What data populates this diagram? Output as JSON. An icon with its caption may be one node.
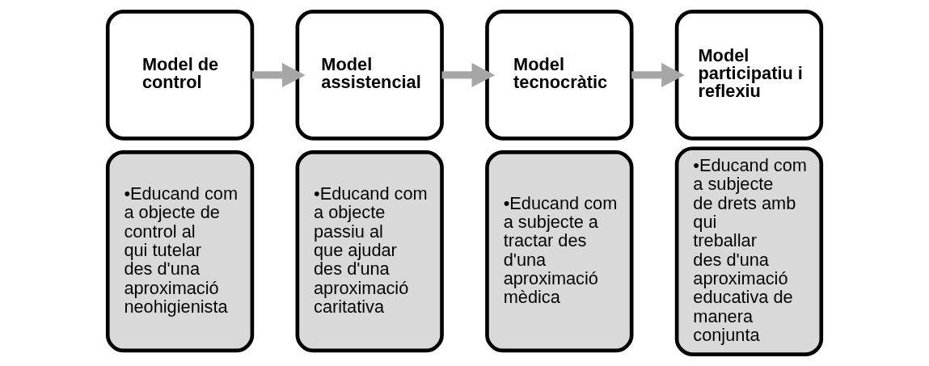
{
  "diagram": {
    "nodes": [
      {
        "text": [
          "Model de control"
        ]
      },
      {
        "text": [
          "•Educand com a objecte de control al qui tutelar des d'una aproximació neohigienista"
        ]
      },
      {
        "text": [
          "Model assistencial"
        ]
      },
      {
        "text": [
          "•Educand com a objecte passiu al que ajudar des d'una aproximació caritativa"
        ]
      },
      {
        "text": [
          "Model tecnocràtic"
        ]
      },
      {
        "text": [
          "•Educand com a subjecte a tractar des d'una aproximació mèdica"
        ]
      },
      {
        "text": [
          "Model participatiu i reflexiu"
        ]
      },
      {
        "text": [
          "•Educand com a subjecte de drets amb qui treballar des d'una aproximació educativa de manera conjunta"
        ]
      }
    ],
    "edges": [
      {
        "from": 0,
        "to": 2,
        "arrow": "to"
      },
      {
        "from": 2,
        "to": 4,
        "arrow": "to"
      },
      {
        "from": 4,
        "to": 6,
        "arrow": "to"
      }
    ]
  }
}
